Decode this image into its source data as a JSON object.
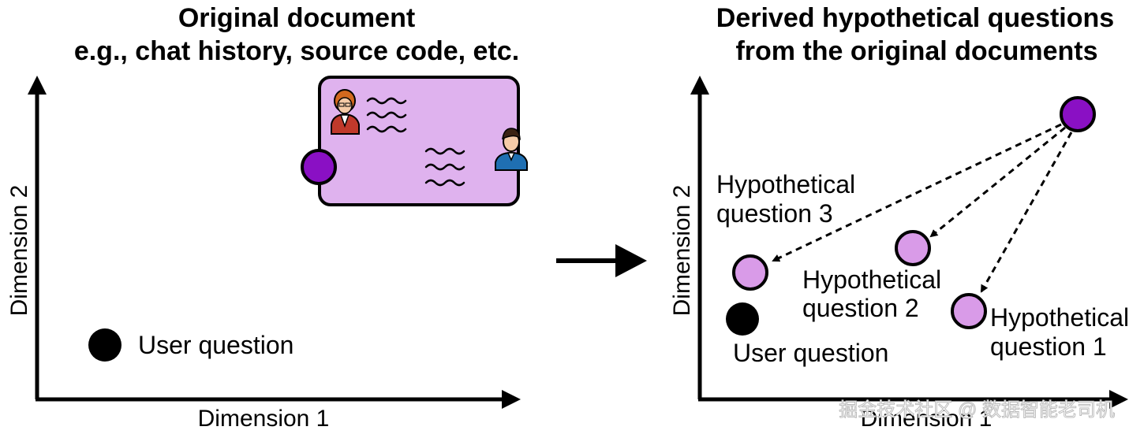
{
  "left_panel": {
    "title_line1": "Original document",
    "title_line2": "e.g., chat history, source code, etc.",
    "x_axis_label": "Dimension 1",
    "y_axis_label": "Dimension 2",
    "user_question_label": "User question",
    "doc_card_color": "#dfb2ee",
    "doc_point_color": "#8a10c4"
  },
  "right_panel": {
    "title_line1": "Derived hypothetical questions",
    "title_line2": "from the original documents",
    "x_axis_label": "Dimension 1",
    "y_axis_label": "Dimension 2",
    "user_question_label": "User question",
    "hq1_line1": "Hypothetical",
    "hq1_line2": "question 1",
    "hq2_line1": "Hypothetical",
    "hq2_line2": "question 2",
    "hq3_line1": "Hypothetical",
    "hq3_line2": "question 3",
    "hq_point_color": "#d99be8",
    "doc_point_color": "#8a10c4"
  },
  "watermark": "掘金技术社区 @ 数据智能老司机"
}
